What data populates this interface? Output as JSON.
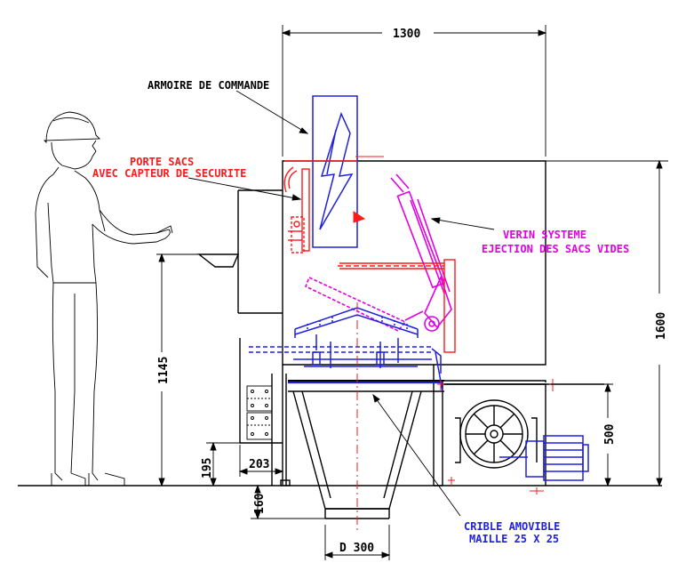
{
  "labels": {
    "cabinet": "ARMOIRE DE COMMANDE",
    "bag_holder_line1": "PORTE SACS",
    "bag_holder_line2": "AVEC CAPTEUR DE SECURITE",
    "jack_line1": "VERIN SYSTEME",
    "jack_line2": "EJECTION DES SACS VIDES",
    "screen_line1": "CRIBLE AMOVIBLE",
    "screen_line2": "MAILLE 25 X 25"
  },
  "dimensions": {
    "width_total": "1300",
    "height_total": "1600",
    "table_height": "1145",
    "step_height": "195",
    "step_depth": "203",
    "outlet_height": "160",
    "outlet_diameter": "D 300",
    "motor_height": "500"
  },
  "colors": {
    "frame": "#000000",
    "bag_holder": "#ff1a1a",
    "jack": "#e400e4",
    "screen": "#1f1fe0"
  }
}
